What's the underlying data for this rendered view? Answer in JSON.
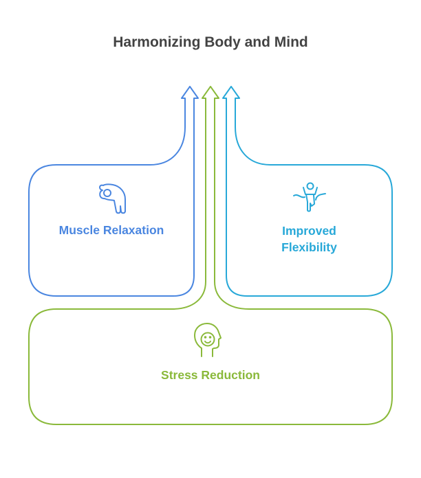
{
  "title": "Harmonizing Body and Mind",
  "colors": {
    "muscle": "#4a86e0",
    "flexibility": "#27a8d8",
    "stress": "#8ab93a",
    "title": "#434343"
  },
  "nodes": [
    {
      "id": "muscle",
      "label": "Muscle Relaxation",
      "icon": "hand-ok-icon"
    },
    {
      "id": "flexibility",
      "label_line1": "Improved",
      "label_line2": "Flexibility",
      "icon": "finish-line-runner-icon"
    },
    {
      "id": "stress",
      "label": "Stress Reduction",
      "icon": "smiling-head-icon"
    }
  ]
}
